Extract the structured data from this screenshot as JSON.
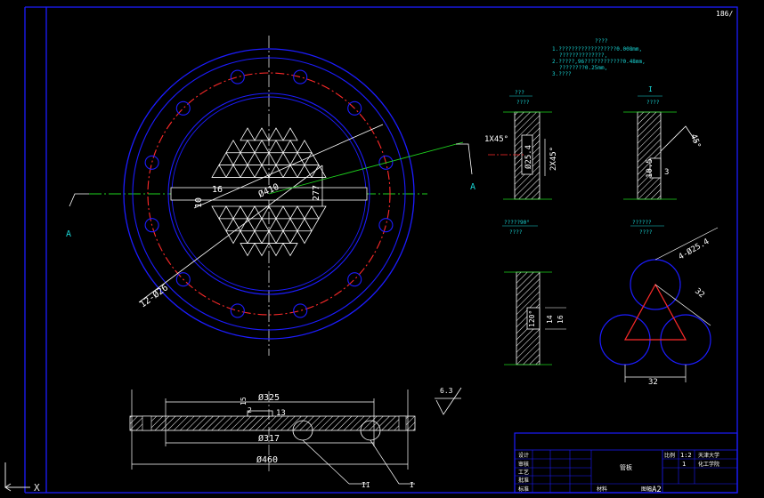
{
  "viewport": {
    "background": "#000000"
  },
  "colors": {
    "frame": "#1c1cff",
    "geometry": "#ffffff",
    "center_line": "#ff2a2a",
    "section_line": "#1ed41e",
    "notes": "#19d6d6",
    "ucs": "#e6e6e6"
  },
  "ucs_icon": {
    "axis_label": "X"
  },
  "top_right_mark": "186/",
  "tech_notes": {
    "title": "????",
    "line1": "1.??????????????????0.008mm,",
    "line2": "??????????????,",
    "line3": "2.?????,96????????????0.48mm,",
    "line4": "????????0.25mm,",
    "line5": "3.????"
  },
  "plan_view": {
    "dim_bolt_holes": "12-Ø26",
    "dim_circle": "Ø410",
    "dim_277": "277",
    "dim_16": "16",
    "dim_10": "10",
    "section_marker_left": "A",
    "section_marker_right": "A"
  },
  "front_view": {
    "dim_325": "Ø325",
    "dim_317": "Ø317",
    "dim_460": "Ø460",
    "dim_15": "15",
    "dim_2": "2",
    "dim_13": "13",
    "roughness": "6.3",
    "leader_II": "II",
    "leader_I": "I"
  },
  "detail_views": {
    "d1_title": "???",
    "d1_scale": "????",
    "d1_dim_chamfer": "1X45°",
    "d1_dim_dia": "Ø25.4",
    "d1_dim_chamfer2": "2X45°",
    "d2_title": "I",
    "d2_scale": "????",
    "d2_dim_angle": "45°",
    "d2_dim_105": "10.5",
    "d2_dim_3": "3",
    "d3_title": "?????90°",
    "d3_scale": "????",
    "d3_dim_120": "120°",
    "d3_dim_14": "14",
    "d3_dim_16": "16",
    "d4_title": "??????",
    "d4_scale": "????",
    "d4_dim_holes": "4-Ø25.4",
    "d4_dim_32a": "32",
    "d4_dim_32b": "32"
  },
  "title_block": {
    "name": "管板",
    "c_row1": "设计",
    "c_row2": "审核",
    "c_row3": "工艺",
    "c_row4": "批准",
    "c_row5": "标准",
    "material": "材料",
    "scale_label": "比例",
    "scale_value": "1:2",
    "page_label": "图幅",
    "page_value": "A2",
    "note1": "天津大学",
    "note2": "化工学院",
    "qty": "1"
  }
}
